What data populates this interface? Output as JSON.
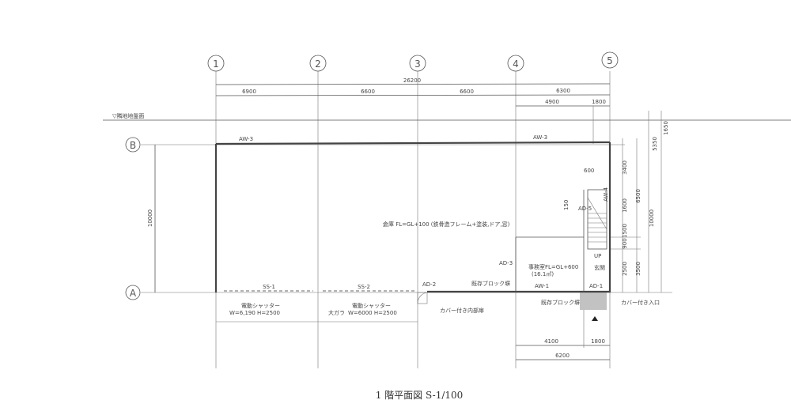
{
  "plan": {
    "title": "1 階平面図 S-1/100",
    "grid_columns": [
      "1",
      "2",
      "3",
      "4",
      "5"
    ],
    "grid_rows": [
      "B",
      "A"
    ],
    "ground_label": "▽隣地地盤面",
    "dims_top": {
      "total": "26200",
      "spans": [
        "6900",
        "6600",
        "6600",
        "6300"
      ],
      "sub": [
        "4900",
        "1800"
      ]
    },
    "dims_right": [
      "1650",
      "5350",
      "3400",
      "6500",
      "10000",
      "1600",
      "1500",
      "900",
      "2500",
      "3500"
    ],
    "dim_left": "10000",
    "dims_bottom": {
      "sub": [
        "4100",
        "1800"
      ],
      "total": "6200"
    },
    "dim_small": [
      "600",
      "150"
    ],
    "rooms": {
      "warehouse": "倉庫 FL=GL+100 (鉄骨造フレーム+塗装,ドア,窓)",
      "office": "事務室FL=GL+600",
      "office_area": "(16.1㎡)",
      "entrance": "玄関",
      "up": "UP"
    },
    "openings": {
      "aw3_left": "AW-3",
      "aw3_right": "AW-3",
      "aw1": "AW-1",
      "aw4": "AW-4",
      "ad1": "AD-1",
      "ad2": "AD-2",
      "ad3": "AD-3",
      "ad5": "AD-5",
      "ss1": "SS-1",
      "ss2": "SS-2"
    },
    "notes": {
      "ss1_type": "電動シャッター",
      "ss1_size": "W=6,190   H=2500",
      "ss2_type": "電動シャッター",
      "ss2_prefix": "大ガラ",
      "ss2_size": "W=6000  H=2500",
      "ad2_note": "カバー付き内部扉",
      "wall_note": "既存ブロック塀",
      "aw1_note": "既存ブロック塀",
      "entry_note": "カバー付き入口"
    }
  }
}
